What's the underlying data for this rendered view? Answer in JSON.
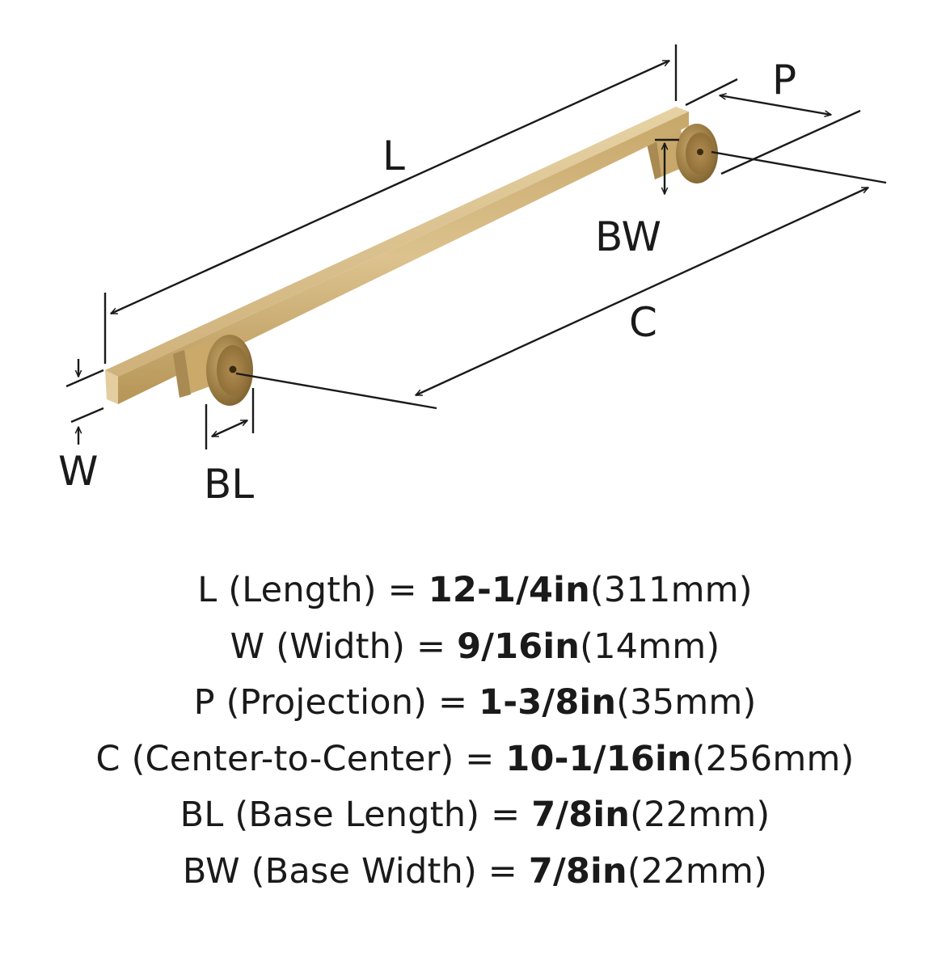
{
  "colors": {
    "brass_light": "#ddc592",
    "brass_mid": "#c9a96b",
    "brass_dark": "#9c7d44",
    "brass_shadow": "#7a5d2c",
    "ink": "#1a1a1a"
  },
  "diagram": {
    "labels": {
      "length": "L",
      "projection": "P",
      "base_width": "BW",
      "center": "C",
      "width": "W",
      "base_length": "BL"
    }
  },
  "specs": [
    {
      "code": "L",
      "desc": " (Length) = ",
      "imperial": "12-1/4in",
      "metric": "(311mm)"
    },
    {
      "code": "W",
      "desc": " (Width) = ",
      "imperial": "9/16in",
      "metric": "(14mm)"
    },
    {
      "code": "P",
      "desc": " (Projection) = ",
      "imperial": "1-3/8in",
      "metric": "(35mm)"
    },
    {
      "code": "C",
      "desc": " (Center-to-Center) = ",
      "imperial": "10-1/16in",
      "metric": "(256mm)"
    },
    {
      "code": "BL",
      "desc": " (Base Length) = ",
      "imperial": "7/8in",
      "metric": "(22mm)"
    },
    {
      "code": "BW",
      "desc": " (Base Width) = ",
      "imperial": "7/8in",
      "metric": "(22mm)"
    }
  ]
}
